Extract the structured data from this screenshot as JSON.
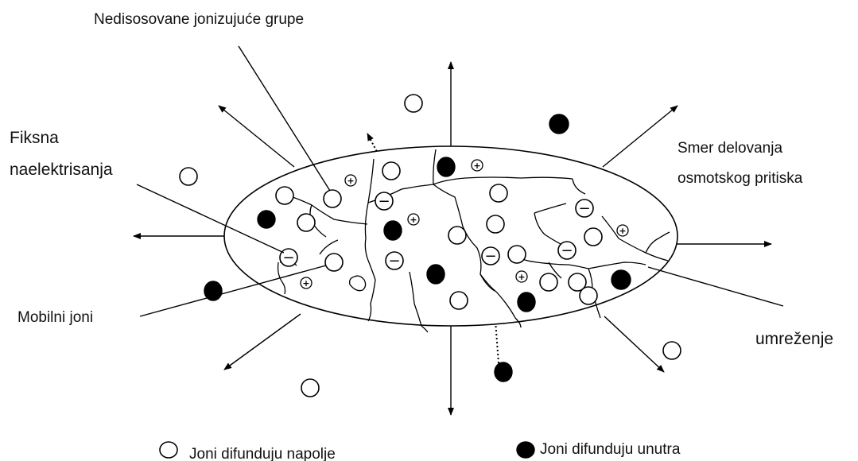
{
  "labels": {
    "ionizing_groups": "Nedisosovane jonizujuće grupe",
    "fixed_charges_line1": "Fiksna",
    "fixed_charges_line2": "naelektrisanja",
    "osmotic_line1": "Smer delovanja",
    "osmotic_line2": "osmotskog pritiska",
    "mobile_ions": "Mobilni joni",
    "crosslink": "umreženje"
  },
  "legend": {
    "outward": "Joni difunduju napolje",
    "inward": "Joni difunduju unutra"
  },
  "symbols": {
    "positive": "+",
    "negative": "−"
  },
  "colors": {
    "ink": "#000000",
    "background": "#ffffff"
  }
}
